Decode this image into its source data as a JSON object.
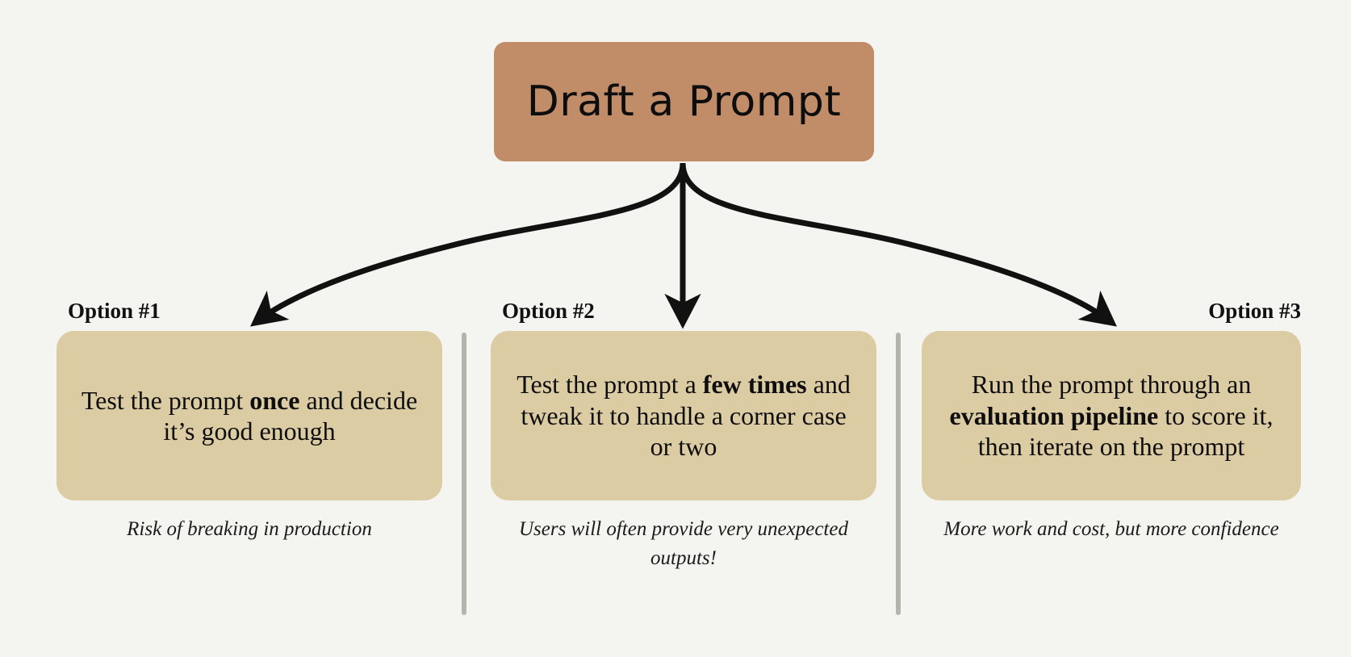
{
  "colors": {
    "background": "#f4f5f0",
    "root_box": "#c08d68",
    "option_box": "#dccca4",
    "divider": "#b4b4ac",
    "text": "#0d0d0d"
  },
  "root": {
    "label": "Draft a Prompt"
  },
  "options": [
    {
      "tag": "Option #1",
      "text_parts": [
        {
          "text": "Test the prompt ",
          "bold": false
        },
        {
          "text": "once",
          "bold": true
        },
        {
          "text": " and decide it’s good enough",
          "bold": false
        }
      ],
      "text_plain": "Test the prompt once and decide it’s good enough",
      "note": "Risk of breaking in production"
    },
    {
      "tag": "Option #2",
      "text_parts": [
        {
          "text": "Test the prompt a ",
          "bold": false
        },
        {
          "text": "few times",
          "bold": true
        },
        {
          "text": " and tweak it to handle a corner case or two",
          "bold": false
        }
      ],
      "text_plain": "Test the prompt a few times and tweak it to handle a corner case or two",
      "note": "Users will often provide very unexpected outputs!"
    },
    {
      "tag": "Option #3",
      "text_parts": [
        {
          "text": "Run the prompt through an ",
          "bold": false
        },
        {
          "text": "evaluation pipeline",
          "bold": true
        },
        {
          "text": " to score it, then iterate on the prompt",
          "bold": false
        }
      ],
      "text_plain": "Run the prompt through an evaluation pipeline to score it, then iterate on the prompt",
      "note": "More work and cost, but more confidence"
    }
  ],
  "connectors": [
    {
      "name": "arrow-to-option-1",
      "from": "root-box",
      "to": "option-1"
    },
    {
      "name": "arrow-to-option-2",
      "from": "root-box",
      "to": "option-2"
    },
    {
      "name": "arrow-to-option-3",
      "from": "root-box",
      "to": "option-3"
    }
  ]
}
